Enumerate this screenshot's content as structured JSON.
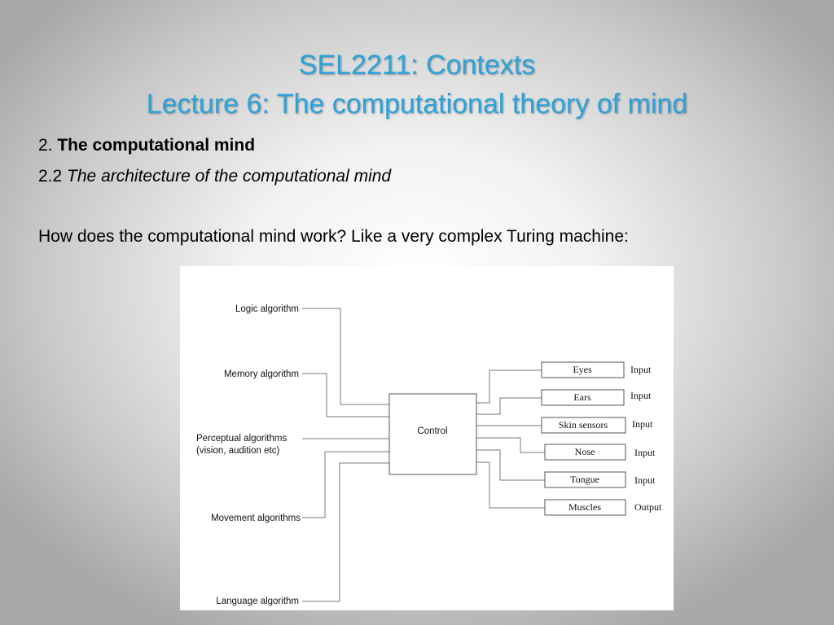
{
  "slide": {
    "title_line1": "SEL2211: Contexts",
    "title_line2": "Lecture 6: The computational theory of mind",
    "heading_number": "2.",
    "heading_text": "The computational mind",
    "subheading_number": "2.2",
    "subheading_text": "The architecture of the computational mind",
    "question": "How does the computational mind work? Like a very complex Turing machine:"
  },
  "diagram": {
    "algorithms": [
      {
        "label": "Logic algorithm"
      },
      {
        "label": "Memory algorithm"
      },
      {
        "label": "Perceptual algorithms",
        "label2": "(vision, audition etc)"
      },
      {
        "label": "Movement algorithms"
      },
      {
        "label": "Language algorithm"
      }
    ],
    "control_label": "Control",
    "io_boxes": [
      {
        "label": "Eyes",
        "type": "Input"
      },
      {
        "label": "Ears",
        "type": "Input"
      },
      {
        "label": "Skin sensors",
        "type": "Input"
      },
      {
        "label": "Nose",
        "type": "Input"
      },
      {
        "label": "Tongue",
        "type": "Input"
      },
      {
        "label": "Muscles",
        "type": "Output"
      }
    ]
  },
  "colors": {
    "title": "#2aa3dc",
    "text": "#000000"
  }
}
